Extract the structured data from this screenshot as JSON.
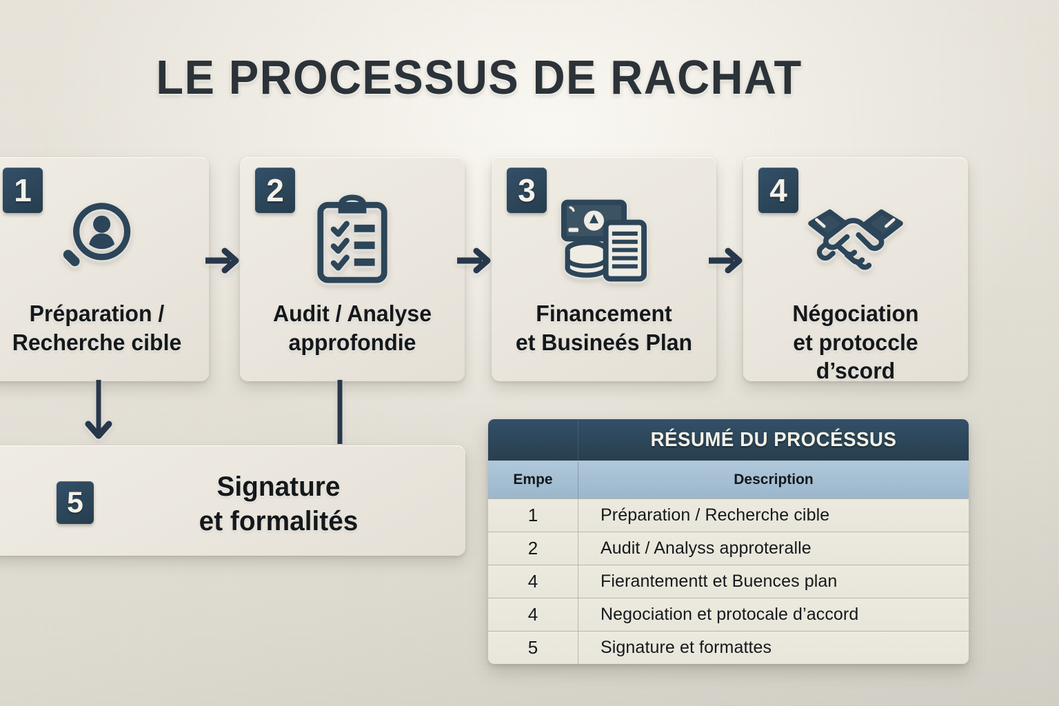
{
  "title": "LE PROCESSUS DE RACHAT",
  "colors": {
    "background": "#e6e2d9",
    "card": "#eae6dd",
    "badge_navy": "#2c4558",
    "table_header_navy": "#2c4759",
    "table_subheader_blue": "#a3bdd1",
    "text_dark": "#15191c",
    "arrow": "#27384a"
  },
  "steps": [
    {
      "number": "1",
      "label_line1": "Préparation /",
      "label_line2": "Recherche cible",
      "icon": "magnifier-person-icon"
    },
    {
      "number": "2",
      "label_line1": "Audit / Analyse",
      "label_line2": "approfondie",
      "icon": "clipboard-checklist-icon"
    },
    {
      "number": "3",
      "label_line1": "Financement",
      "label_line2": "et Busineés Plan",
      "icon": "money-document-icon"
    },
    {
      "number": "4",
      "label_line1": "Négociation",
      "label_line2": "et protoccle d’scord",
      "icon": "handshake-icon"
    },
    {
      "number": "5",
      "label_line1": "Signature",
      "label_line2": "et formalités",
      "icon": ""
    }
  ],
  "table": {
    "title": "RÉSUMÉ DU PROCÉSSUS",
    "columns": [
      "Empe",
      "Description"
    ],
    "rows": [
      {
        "step": "1",
        "description": "Préparation / Recherche cible"
      },
      {
        "step": "2",
        "description": "Audit / Analyss approteralle"
      },
      {
        "step": "4",
        "description": "Fierantementt et Buences plan"
      },
      {
        "step": "4",
        "description": "Negociation et protocale d’accord"
      },
      {
        "step": "5",
        "description": "Signature et formattes"
      }
    ]
  }
}
